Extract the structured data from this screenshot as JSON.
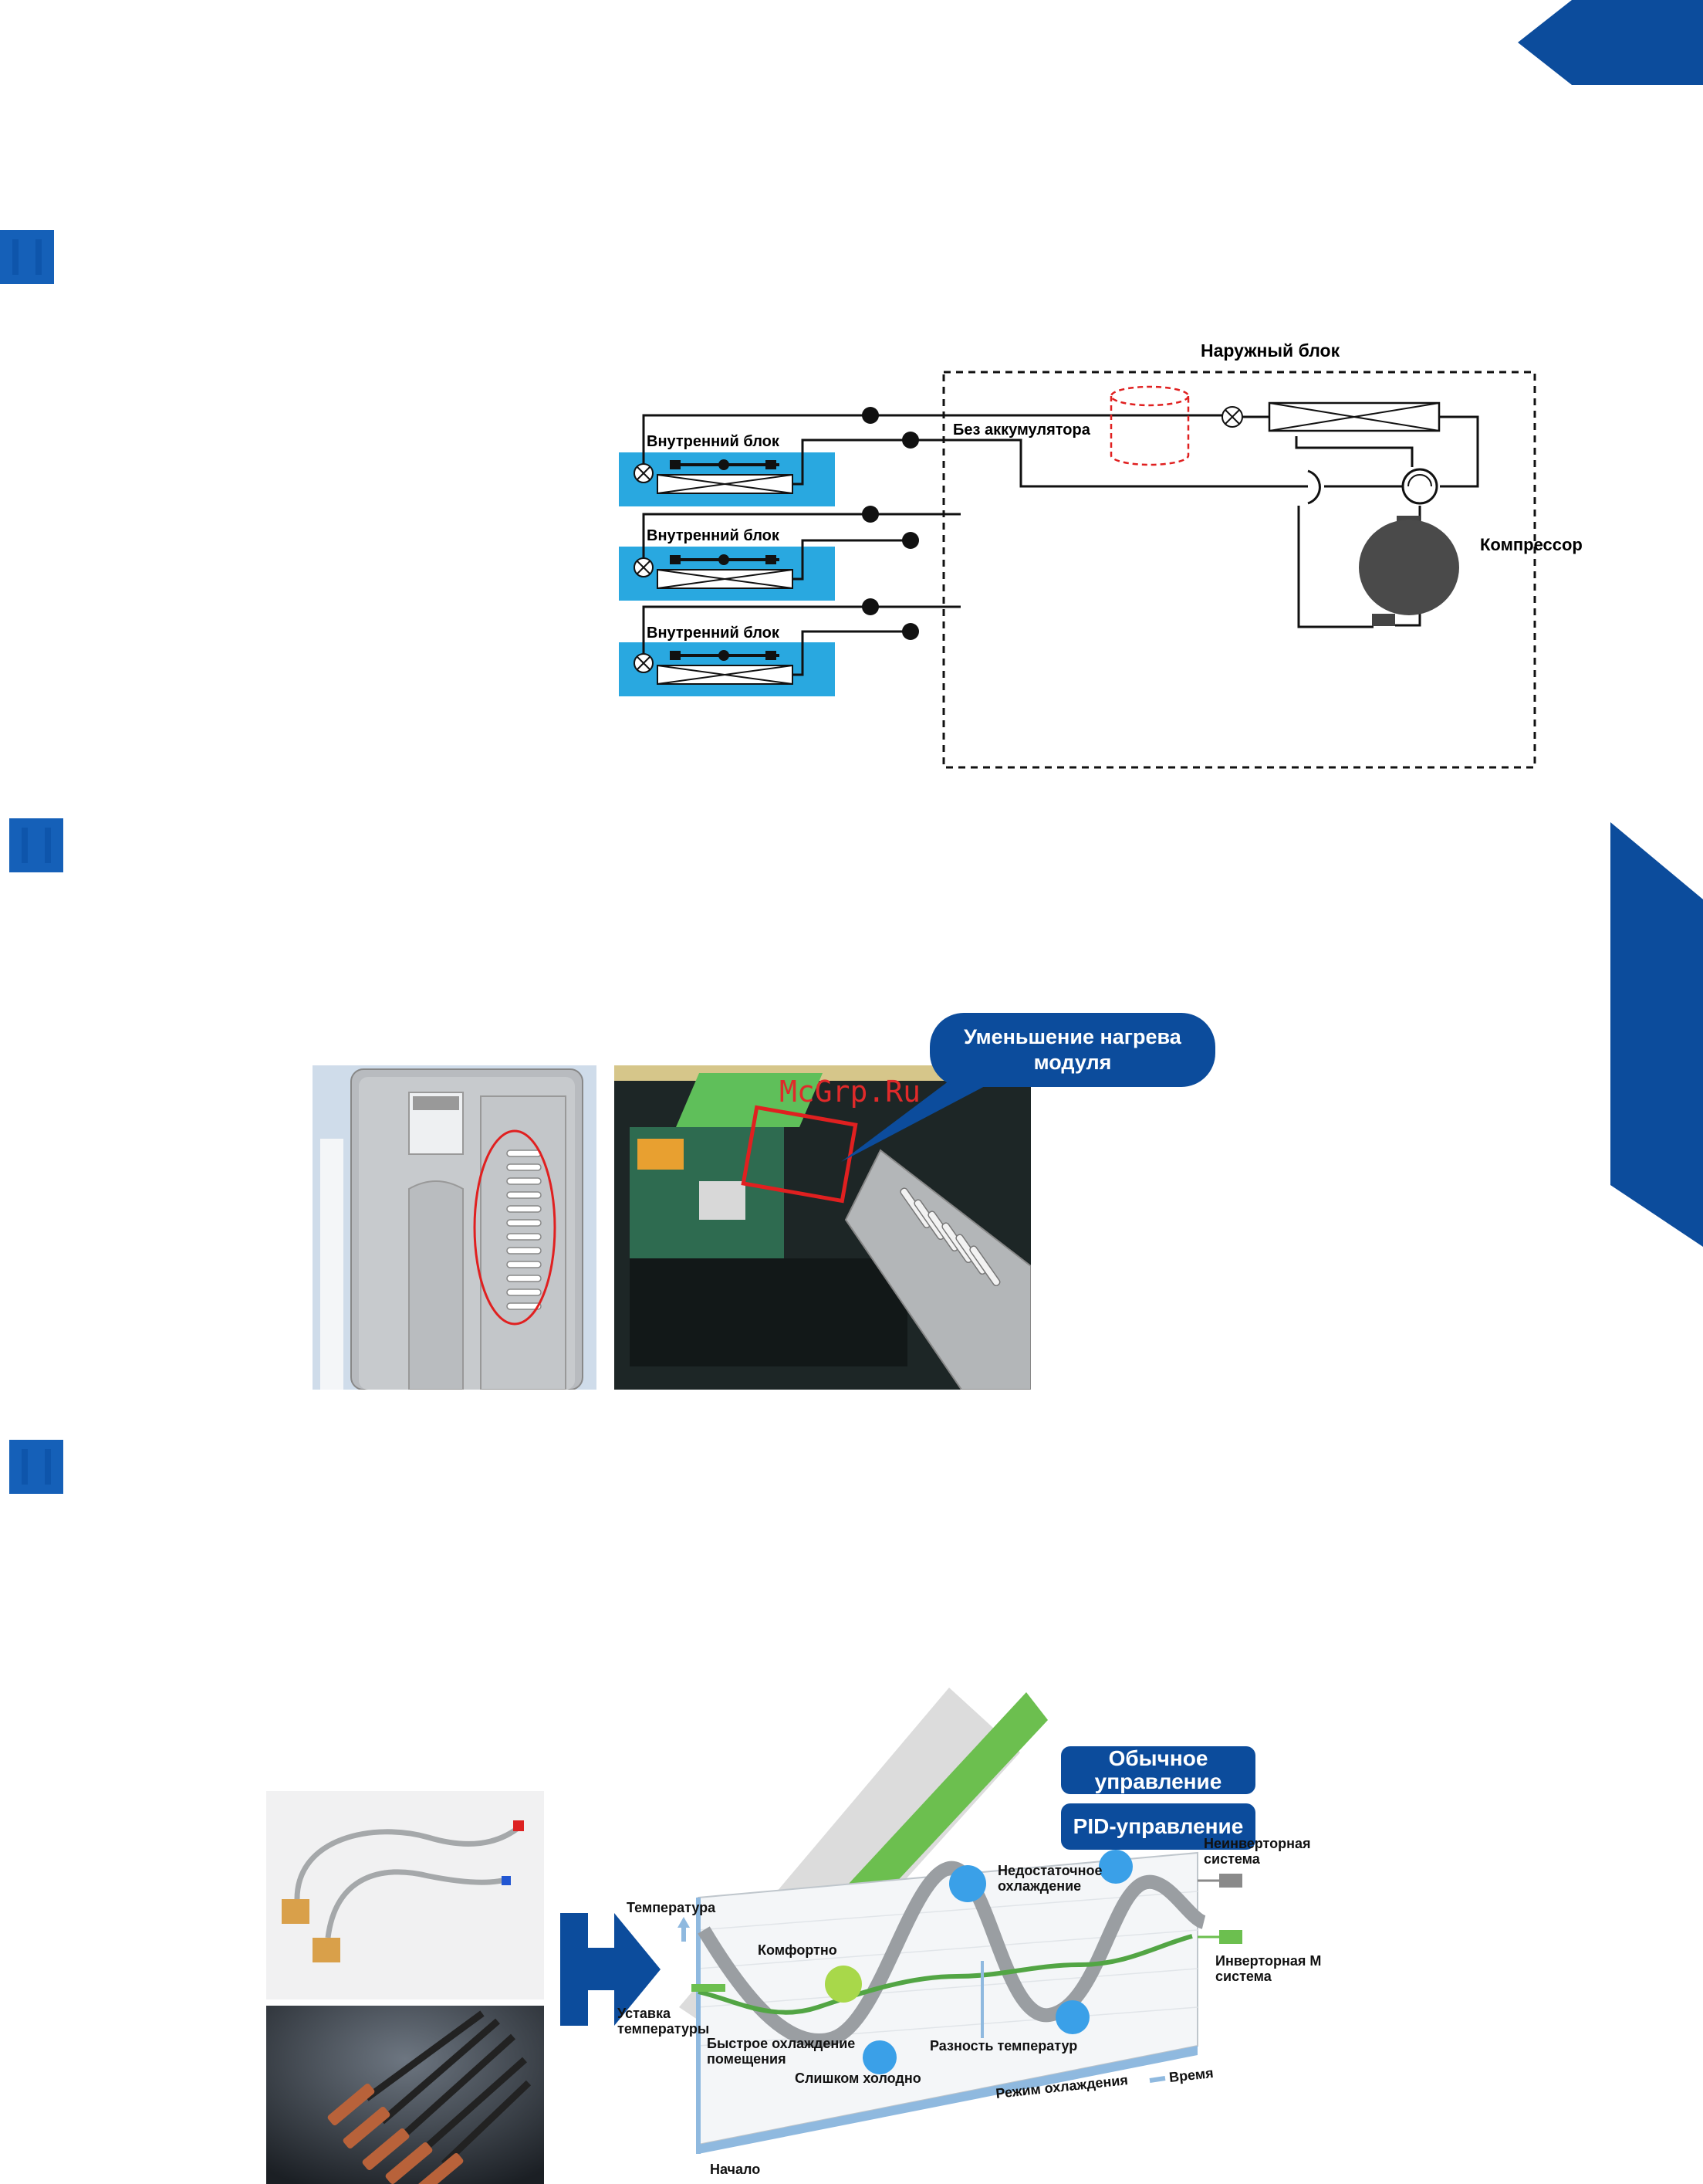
{
  "diagram": {
    "outdoor_unit_label": "Наружный блок",
    "indoor_unit_label": "Внутренний блок",
    "no_accumulator_label": "Без аккумулятора",
    "compressor_label": "Компрессор"
  },
  "heat_section": {
    "callout_line1": "Уменьшение нагрева",
    "callout_line2": "модуля",
    "watermark": "McGrp.Ru"
  },
  "control_chart": {
    "legend_normal_line1": "Обычное",
    "legend_normal_line2": "управление",
    "legend_pid": "PID-управление",
    "label_temperature": "Температура",
    "label_comfortable": "Комфортно",
    "label_insufficient_line1": "Недостаточное",
    "label_insufficient_line2": "охлаждение",
    "label_setpoint_line1": "Уставка",
    "label_setpoint_line2": "температуры",
    "label_fast_cooling_line1": "Быстрое охлаждение",
    "label_fast_cooling_line2": "помещения",
    "label_temp_difference": "Разность температур",
    "label_too_cold": "Слишком холодно",
    "label_cooling_mode": "Режим охлаждения",
    "label_time": "Время",
    "label_start": "Начало",
    "legend_noninverter_line1": "Неинверторная",
    "legend_noninverter_line2": "система",
    "legend_inverter_line1": "Инверторная М",
    "legend_inverter_line2": "система",
    "colors": {
      "noninverter": "#8a8a8a",
      "inverter": "#6cbf4f",
      "accent": "#0c4c9c"
    }
  }
}
